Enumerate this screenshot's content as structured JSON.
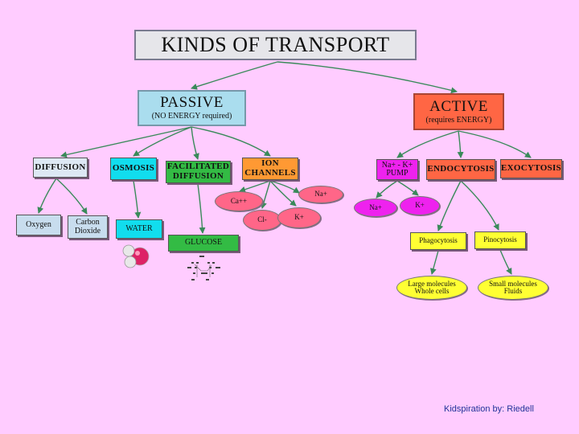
{
  "title": "KINDS OF TRANSPORT",
  "passive": {
    "label": "PASSIVE",
    "sub": "(NO ENERGY required)"
  },
  "active": {
    "label": "ACTIVE",
    "sub": "(requires ENERGY)"
  },
  "passive_types": {
    "diffusion": "DIFFUSION",
    "osmosis": "OSMOSIS",
    "facilitated_1": "FACILITATED",
    "facilitated_2": "DIFFUSION",
    "ion_1": "ION",
    "ion_2": "CHANNELS"
  },
  "active_types": {
    "pump_1": "Na+ - K+",
    "pump_2": "PUMP",
    "endocytosis": "ENDOCYTOSIS",
    "exocytosis": "EXOCYTOSIS"
  },
  "examples": {
    "oxygen": "Oxygen",
    "co2_1": "Carbon",
    "co2_2": "Dioxide",
    "water": "WATER",
    "glucose": "GLUCOSE",
    "ca": "Ca++",
    "na1": "Na+",
    "cl": "Cl-",
    "k1": "K+",
    "na2": "Na+",
    "k2": "K+",
    "phagocytosis": "Phagocytosis",
    "pinocytosis": "Pinocytosis",
    "large_1": "Large molecules",
    "large_2": "Whole cells",
    "small_1": "Small molecules",
    "small_2": "Fluids"
  },
  "credit": "Kidspiration by: Riedell",
  "colors": {
    "background": "#ffccff",
    "passive": "#aaddee",
    "active": "#ff6644",
    "osmosis": "#11ddee",
    "facilitated": "#33bb44",
    "ion": "#ff9933",
    "ions": "#ff6688",
    "pump": "#ee22ee",
    "cytosis": "#ffff33",
    "connector": "#3a8a5a"
  },
  "icons": [
    "water-molecule-icon",
    "glucose-structure-icon"
  ]
}
